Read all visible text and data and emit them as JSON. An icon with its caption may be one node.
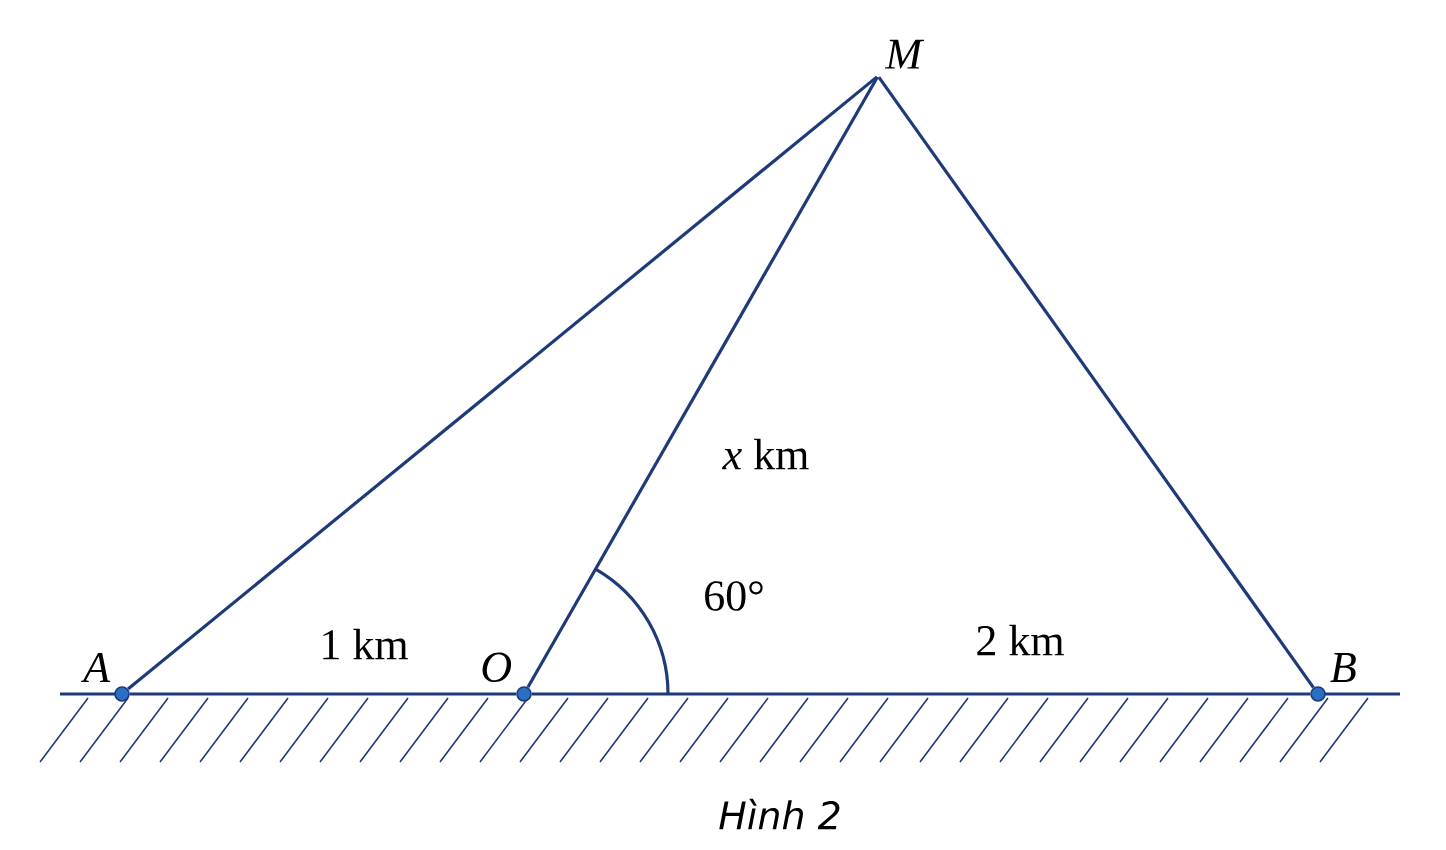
{
  "diagram": {
    "caption": "Hình 2",
    "nodes": [
      {
        "text": [
          "A"
        ]
      },
      {
        "text": [
          "O"
        ]
      },
      {
        "text": [
          "B"
        ]
      },
      {
        "text": [
          "M"
        ]
      }
    ],
    "edges": [
      {
        "from": 0,
        "to": 3,
        "arrow": "none"
      },
      {
        "from": 1,
        "to": 3,
        "arrow": "none",
        "label": "*x* km"
      },
      {
        "from": 2,
        "to": 3,
        "arrow": "none"
      },
      {
        "from": 0,
        "to": 1,
        "arrow": "none",
        "label": "1 km"
      },
      {
        "from": 1,
        "to": 2,
        "arrow": "none",
        "label": "2 km"
      }
    ],
    "labels": [
      "60°"
    ]
  }
}
